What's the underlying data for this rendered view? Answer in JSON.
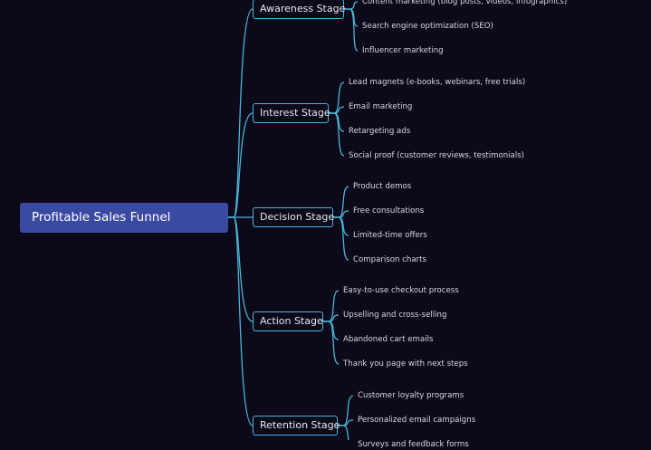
{
  "root": {
    "label": "Profitable Sales Funnel"
  },
  "colors": {
    "background": "#0c0918",
    "root": "#3a4aa3",
    "line": "#4bb5dc"
  },
  "stages": [
    {
      "label": "Awareness Stage",
      "items": [
        "Content marketing (blog posts, videos, infographics)",
        "Search engine optimization (SEO)",
        "Influencer marketing"
      ]
    },
    {
      "label": "Interest Stage",
      "items": [
        "Lead magnets (e-books, webinars, free trials)",
        "Email marketing",
        "Retargeting ads",
        "Social proof (customer reviews, testimonials)"
      ]
    },
    {
      "label": "Decision Stage",
      "items": [
        "Product demos",
        "Free consultations",
        "Limited-time offers",
        "Comparison charts"
      ]
    },
    {
      "label": "Action Stage",
      "items": [
        "Easy-to-use checkout process",
        "Upselling and cross-selling",
        "Abandoned cart emails",
        "Thank you page with next steps"
      ]
    },
    {
      "label": "Retention Stage",
      "items": [
        "Customer loyalty programs",
        "Personalized email campaigns",
        "Surveys and feedback forms"
      ]
    }
  ]
}
